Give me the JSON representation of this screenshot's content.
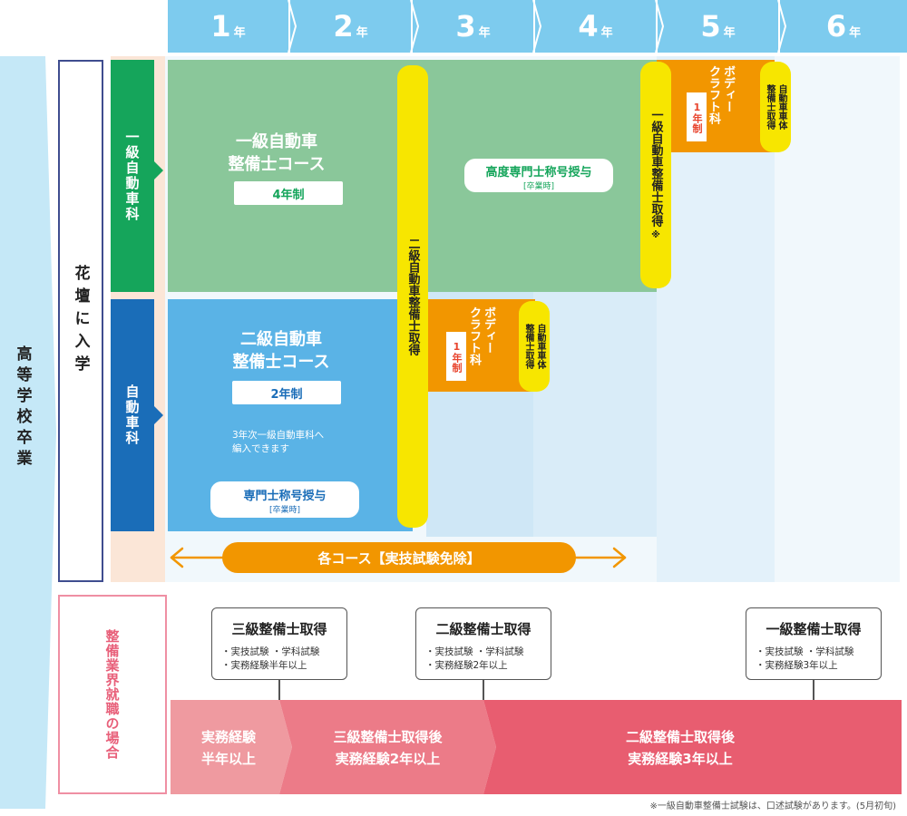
{
  "years": [
    {
      "num": "1",
      "unit": "年"
    },
    {
      "num": "2",
      "unit": "年"
    },
    {
      "num": "3",
      "unit": "年"
    },
    {
      "num": "4",
      "unit": "年"
    },
    {
      "num": "5",
      "unit": "年"
    },
    {
      "num": "6",
      "unit": "年"
    }
  ],
  "start": "高等学校卒業",
  "entry": "花壇に入学",
  "dept1": {
    "name": "一級自動車科",
    "course_line1": "一級自動車",
    "course_line2": "整備士コース",
    "duration": "4年制",
    "title_grant": "高度専門士称号授与",
    "title_grant_note": "[卒業時]"
  },
  "dept2": {
    "name": "自動車科",
    "course_line1": "二級自動車",
    "course_line2": "整備士コース",
    "duration": "2年制",
    "transfer_note": "3年次一級自動車科へ\n編入できます",
    "title_grant": "専門士称号授与",
    "title_grant_note": "[卒業時]"
  },
  "grade2_pill": "二級自動車整備士取得",
  "grade1_pill": "一級自動車整備士取得",
  "grade1_pill_mark": "※",
  "body_craft": {
    "name_line1": "ボディー",
    "name_line2": "クラフト科",
    "duration": "1年制",
    "cert_line1": "自動車車体",
    "cert_line2": "整備士取得"
  },
  "arrow_label": "各コース【実技試験免除】",
  "employment_label": "整備業界就職の場合",
  "grants": [
    {
      "title": "三級整備士取得",
      "req1": "・実技試験 ・学科試験",
      "req2": "・実務経験半年以上"
    },
    {
      "title": "二級整備士取得",
      "req1": "・実技試験 ・学科試験",
      "req2": "・実務経験2年以上"
    },
    {
      "title": "一級整備士取得",
      "req1": "・実技試験 ・学科試験",
      "req2": "・実務経験3年以上"
    }
  ],
  "work_steps": [
    {
      "line1": "実務経験",
      "line2": "半年以上"
    },
    {
      "line1": "三級整備士取得後",
      "line2": "実務経験2年以上"
    },
    {
      "line1": "二級整備士取得後",
      "line2": "実務経験3年以上"
    }
  ],
  "footnote": "※一級自動車整備士試験は、口述試験があります。(5月初旬)",
  "colors": {
    "year_header": "#7dcbee",
    "green_dept": "#15a55b",
    "green_area": "#8ac79a",
    "blue_dept": "#1a6db8",
    "blue_area": "#5ab3e6",
    "yellow": "#f7e600",
    "orange": "#f29600",
    "pink_step1": "#ef9aa0",
    "pink_step2": "#ec7b88",
    "pink_step3": "#e85d70"
  }
}
